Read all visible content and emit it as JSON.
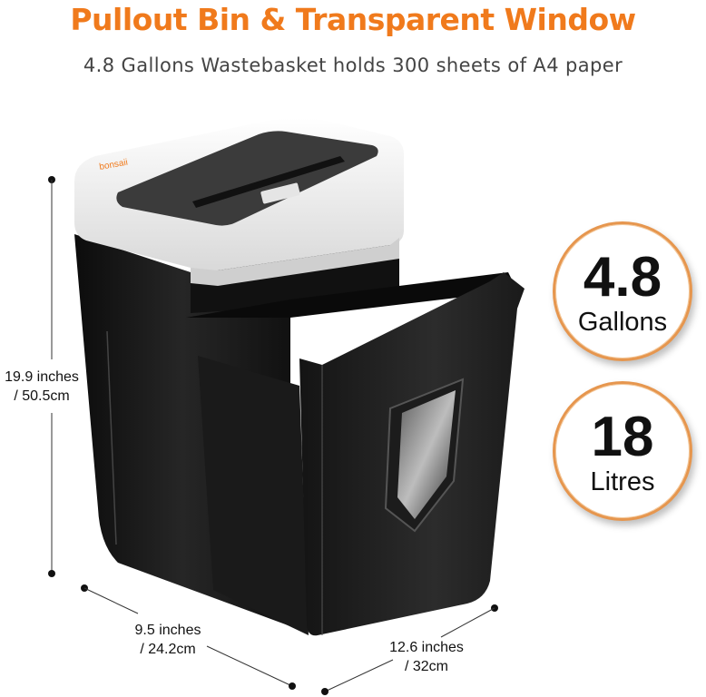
{
  "header": {
    "title": "Pullout Bin & Transparent Window",
    "subtitle": "4.8 Gallons Wastebasket holds 300 sheets of A4 paper"
  },
  "product": {
    "brand": "bonsaii",
    "type": "paper shredder with pull-out bin",
    "colors": {
      "accent": "#f07a1c",
      "body": "#1a1a1a",
      "top": "#e9e9e9",
      "panel": "#3a3a3a"
    }
  },
  "badges": [
    {
      "value": "4.8",
      "unit": "Gallons"
    },
    {
      "value": "18",
      "unit": "Litres"
    }
  ],
  "dimensions": {
    "height": {
      "line1": "19.9 inches",
      "line2": "/ 50.5cm"
    },
    "width": {
      "line1": "9.5 inches",
      "line2": "/ 24.2cm"
    },
    "depth": {
      "line1": "12.6 inches",
      "line2": "/ 32cm"
    }
  }
}
